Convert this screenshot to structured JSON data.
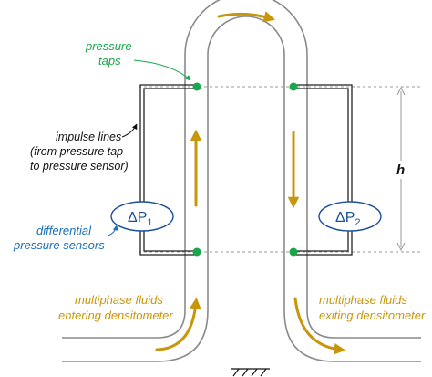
{
  "labels": {
    "pressure_taps_line1": "pressure",
    "pressure_taps_line2": "taps",
    "impulse_line1": "impulse lines",
    "impulse_line2": "(from pressure tap",
    "impulse_line3": "to pressure sensor)",
    "height": "h",
    "sensors_line1": "differential",
    "sensors_line2": "pressure sensors",
    "enter_line1": "multiphase fluids",
    "enter_line2": "entering densitometer",
    "exit_line1": "multiphase fluids",
    "exit_line2": "exiting densitometer"
  },
  "sensors": {
    "left_symbol": "ΔP",
    "left_subscript": "1",
    "right_symbol": "ΔP",
    "right_subscript": "2"
  },
  "colors": {
    "pipe": "#8a8a8a",
    "flow_arrow": "#c8960a",
    "tap": "#1aa64a",
    "sensor": "#1a4f9c",
    "dashed_line": "#999999",
    "green_label": "#1aa64a",
    "blue_label": "#1a6fb5",
    "gold_label": "#c8960a"
  },
  "icons": {
    "flow_arrows": "arrow-icon",
    "taps": "circle-dot-icon",
    "ground": "ground-hatch-icon"
  }
}
